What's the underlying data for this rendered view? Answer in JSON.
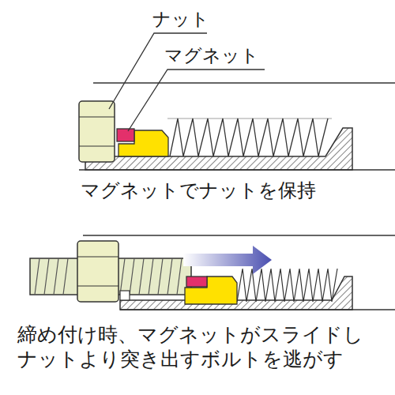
{
  "diagram": {
    "labels": [
      "ナット",
      "マグネット",
      "マグネットでナットを保持",
      "締め付け時、マグネットがスライドし ナットより突き出すボルトを逃がす"
    ]
  }
}
